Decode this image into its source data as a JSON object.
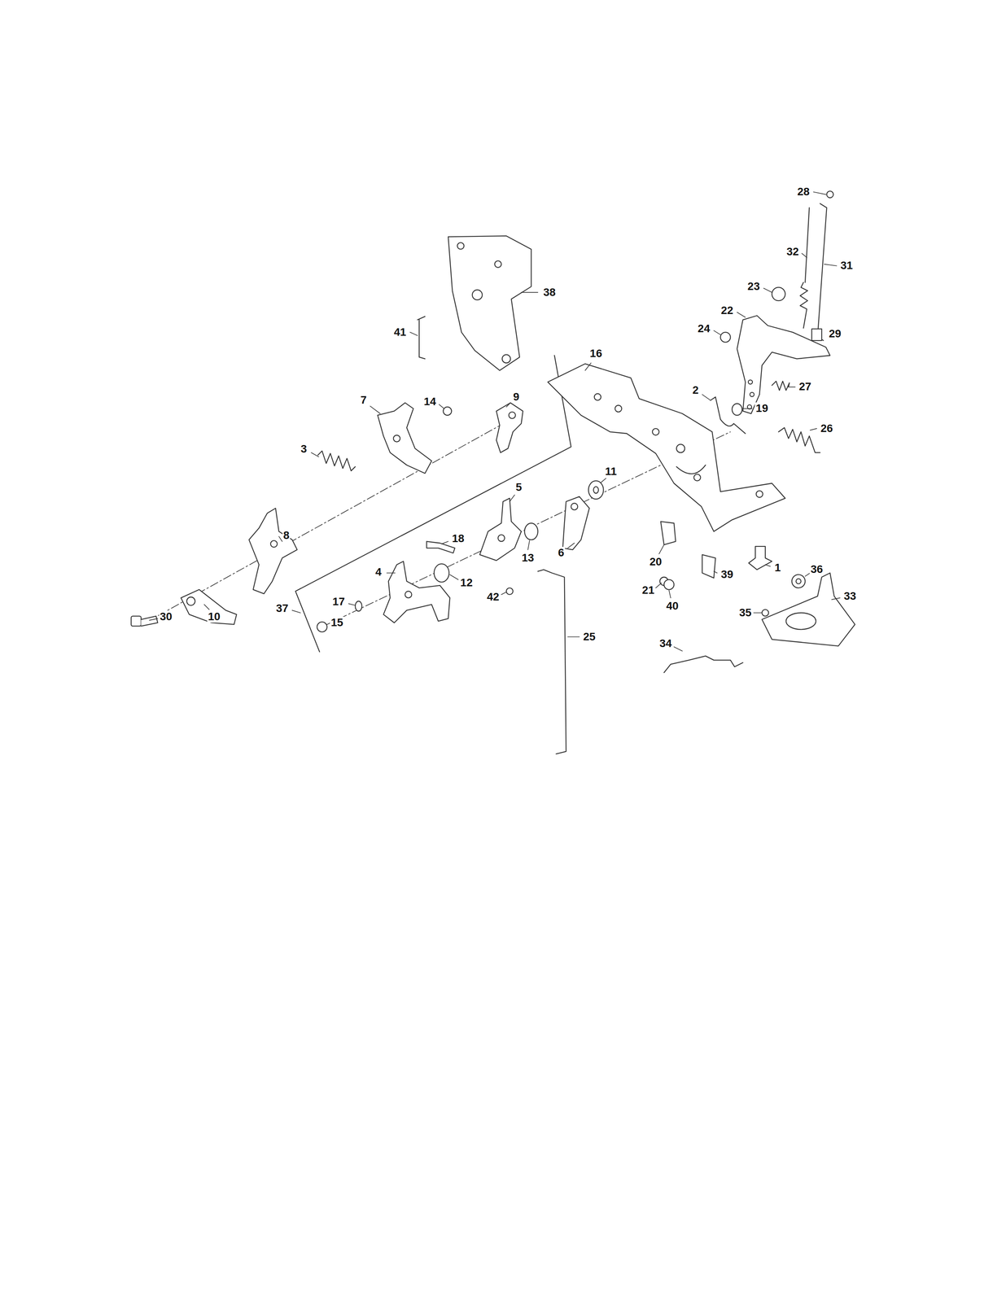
{
  "diagram": {
    "labels": [
      "28",
      "32",
      "31",
      "23",
      "22",
      "24",
      "29",
      "38",
      "41",
      "16",
      "27",
      "2",
      "9",
      "14",
      "7",
      "19",
      "26",
      "3",
      "11",
      "5",
      "18",
      "8",
      "6",
      "13",
      "20",
      "1",
      "36",
      "4",
      "39",
      "12",
      "21",
      "42",
      "33",
      "17",
      "40",
      "37",
      "35",
      "30",
      "10",
      "15",
      "25",
      "34"
    ]
  }
}
